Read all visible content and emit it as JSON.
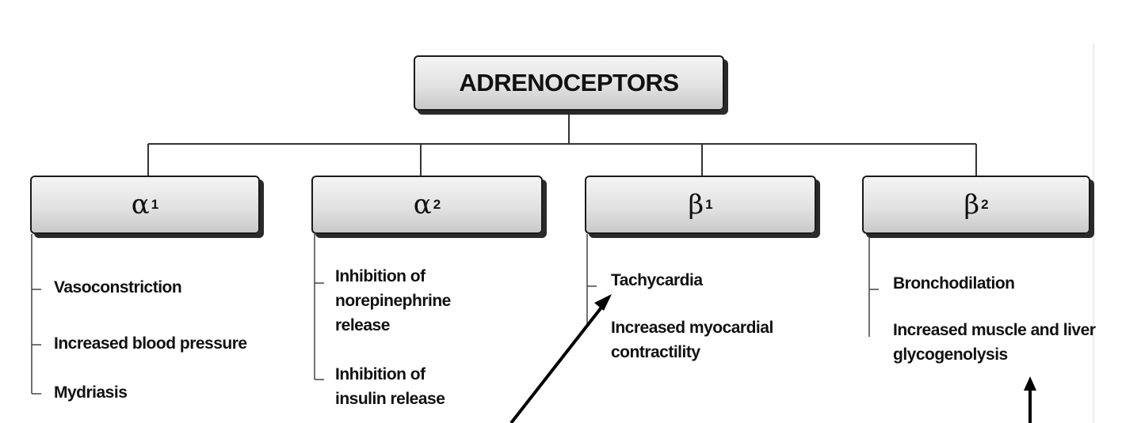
{
  "diagram": {
    "root": {
      "label": "ADRENOCEPTORS"
    },
    "receptors": [
      {
        "symbol": "α",
        "subscript": "1",
        "effects": [
          "Vasoconstriction",
          "Increased blood pressure",
          "Mydriasis"
        ]
      },
      {
        "symbol": "α",
        "subscript": "2",
        "effects": [
          "Inhibition of norepinephrine release",
          "Inhibition of insulin release"
        ]
      },
      {
        "symbol": "β",
        "subscript": "1",
        "effects": [
          "Tachycardia",
          "Increased myocardial contractility"
        ]
      },
      {
        "symbol": "β",
        "subscript": "2",
        "effects": [
          "Bronchodilation",
          "Increased muscle and liver glycogenolysis"
        ]
      }
    ],
    "colors": {
      "ink": "#111111",
      "box_fill": "#e2e2e2",
      "shadow": "#2a2a2a"
    }
  }
}
